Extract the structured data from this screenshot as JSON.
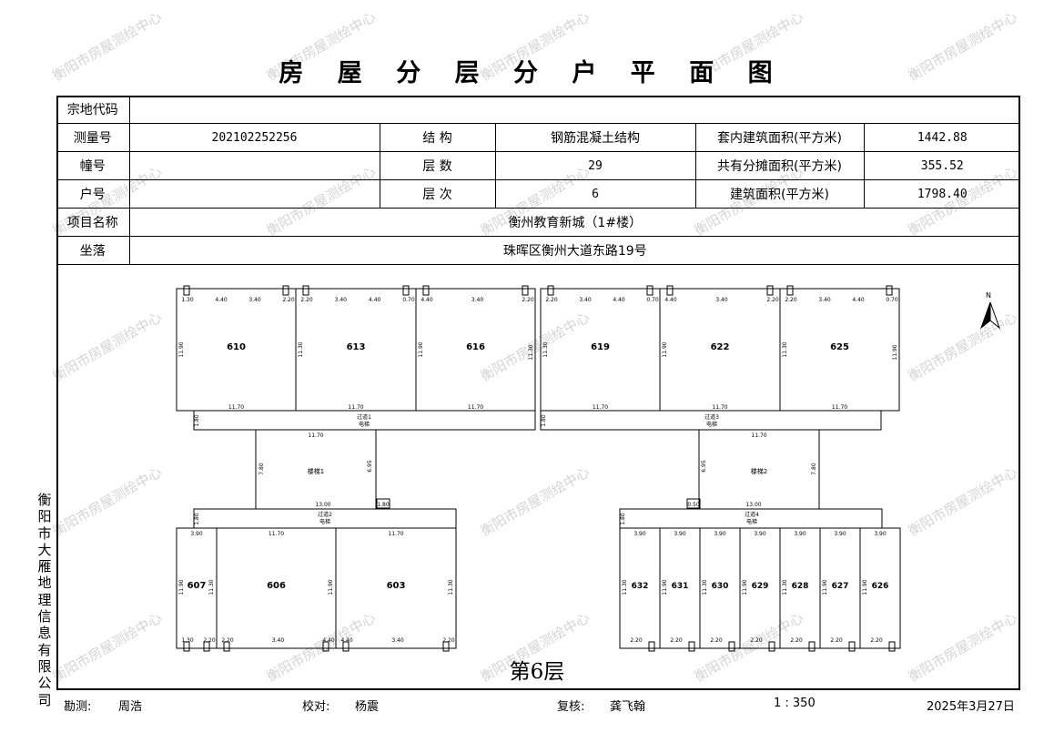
{
  "title": "房 屋 分 层 分 户 平 面 图",
  "info": {
    "labels": {
      "parcel_code": "宗地代码",
      "survey_no": "测量号",
      "structure": "结  构",
      "inner_area": "套内建筑面积(平方米)",
      "building_no": "幢号",
      "floors": "层  数",
      "shared_area": "共有分摊面积(平方米)",
      "unit_no": "户号",
      "floor_level": "层  次",
      "building_area": "建筑面积(平方米)",
      "project_name": "项目名称",
      "location": "坐落"
    },
    "values": {
      "parcel_code": "",
      "survey_no": "202102252256",
      "structure": "钢筋混凝土结构",
      "inner_area": "1442.88",
      "building_no": "",
      "floors": "29",
      "shared_area": "355.52",
      "unit_no": "",
      "floor_level": "6",
      "building_area": "1798.40",
      "project_name": "衡州教育新城（1#楼）",
      "location": "珠晖区衡州大道东路19号"
    }
  },
  "company_vertical": "衡阳市大雁地理信息有限公司",
  "watermark": "衡阳市房屋测绘中心",
  "north_label": "N",
  "floor_caption": "第6层",
  "plan": {
    "top_units": [
      {
        "id": "610",
        "left_dim": "11.90",
        "right_dim": "",
        "top_dims": [
          "1.30",
          "4.40",
          "3.40",
          "2.20"
        ],
        "bottom_dim": "11.70"
      },
      {
        "id": "613",
        "left_dim": "11.30",
        "right_dim": "",
        "top_dims": [
          "2.20",
          "3.40",
          "4.40",
          "0.70"
        ],
        "bottom_dim": "11.70"
      },
      {
        "id": "616",
        "left_dim": "11.90",
        "right_dim": "11.30",
        "top_dims": [
          "4.40",
          "3.40",
          "2.20"
        ],
        "bottom_dim": "11.70"
      },
      {
        "id": "619",
        "left_dim": "11.30",
        "right_dim": "",
        "top_dims": [
          "2.20",
          "3.40",
          "4.40",
          "0.70"
        ],
        "bottom_dim": "11.70"
      },
      {
        "id": "622",
        "left_dim": "11.90",
        "right_dim": "",
        "top_dims": [
          "4.40",
          "3.40",
          "2.20"
        ],
        "bottom_dim": "11.70"
      },
      {
        "id": "625",
        "left_dim": "11.30",
        "right_dim": "11.90",
        "top_dims": [
          "2.20",
          "3.40",
          "4.40",
          "0.70"
        ],
        "bottom_dim": "11.70"
      }
    ],
    "corridors": [
      {
        "id": "corridor-1",
        "label": "过道1",
        "sub": "电梯",
        "dim": "1.80"
      },
      {
        "id": "corridor-3",
        "label": "过道3",
        "sub": "电梯",
        "dim": "1.80"
      },
      {
        "id": "corridor-2",
        "label": "过道2",
        "sub": "电梯",
        "dim": "1.80",
        "width_dim": "13.00"
      },
      {
        "id": "corridor-4",
        "label": "过道4",
        "sub": "电梯",
        "dim": "1.80",
        "width_dim": "13.00"
      }
    ],
    "stairs": [
      {
        "id": "stair-1",
        "label": "楼梯1",
        "width_dim": "11.70",
        "left_dim": "7.80",
        "right_dim": "6.95",
        "note": "1.80"
      },
      {
        "id": "stair-2",
        "label": "楼梯2",
        "width_dim": "11.70",
        "left_dim": "6.95",
        "right_dim": "7.80",
        "note": "0.50"
      }
    ],
    "bottom_left_units": [
      {
        "id": "607",
        "top_dim": "3.90",
        "left_dim": "11.90",
        "right_dim": "11.30",
        "bottom_dims": [
          "1.30",
          "2.20"
        ]
      },
      {
        "id": "606",
        "top_dim": "11.70",
        "left_dim": "",
        "right_dim": "11.90",
        "bottom_dims": [
          "2.20",
          "3.40",
          "4.40"
        ]
      },
      {
        "id": "603",
        "top_dim": "11.70",
        "left_dim": "",
        "right_dim": "11.30",
        "bottom_dims": [
          "4.40",
          "3.40",
          "2.20"
        ]
      }
    ],
    "bottom_right_units": [
      {
        "id": "632",
        "top_dim": "3.90",
        "side_dim": "11.30",
        "bottom_dim": "2.20"
      },
      {
        "id": "631",
        "top_dim": "3.90",
        "side_dim": "11.90",
        "bottom_dim": "2.20"
      },
      {
        "id": "630",
        "top_dim": "3.90",
        "side_dim": "11.30",
        "bottom_dim": "2.20"
      },
      {
        "id": "629",
        "top_dim": "3.90",
        "side_dim": "11.90",
        "bottom_dim": "2.20"
      },
      {
        "id": "628",
        "top_dim": "3.90",
        "side_dim": "11.30",
        "bottom_dim": "2.20"
      },
      {
        "id": "627",
        "top_dim": "3.90",
        "side_dim": "11.90",
        "bottom_dim": "2.20"
      },
      {
        "id": "626",
        "top_dim": "3.90",
        "side_dim": "11.90",
        "bottom_dim": "2.20"
      }
    ]
  },
  "footer": {
    "surveyor_label": "勘测:",
    "surveyor": "周浩",
    "checker_label": "校对:",
    "checker": "杨震",
    "reviewer_label": "复核:",
    "reviewer": "龚飞翰",
    "scale": "1 : 350",
    "date": "2025年3月27日"
  }
}
